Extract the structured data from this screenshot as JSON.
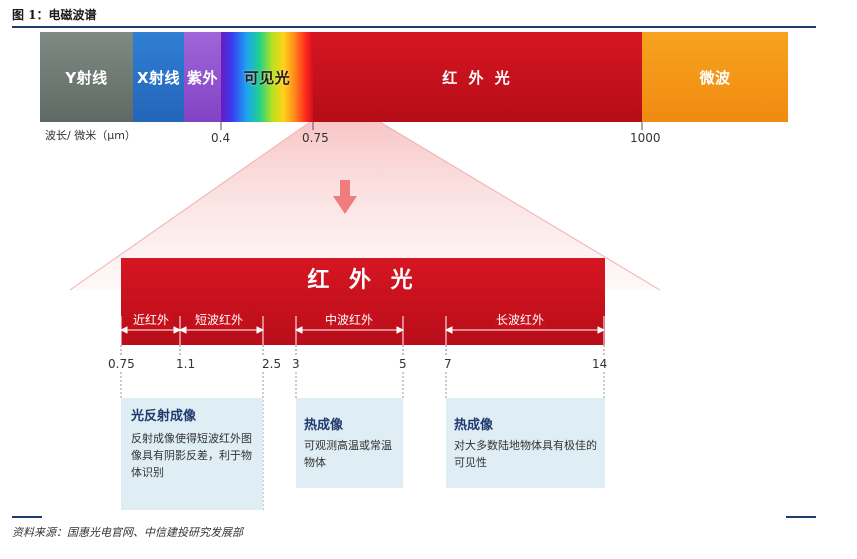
{
  "figure": {
    "title": "图 1：电磁波谱",
    "source": "资料来源：国惠光电官网、中信建投研究发展部"
  },
  "spectrum": {
    "bands": {
      "gamma": "Y射线",
      "xray": "X射线",
      "uv": "紫外",
      "visible": "可见光",
      "ir": "红 外 光",
      "microwave": "微波"
    },
    "wavelength_label": "波长/ 微米（μm）",
    "ticks": [
      "0.4",
      "0.75",
      "1000"
    ]
  },
  "infrared": {
    "title": "红 外 光",
    "subbands": {
      "near": "近红外",
      "short": "短波红外",
      "mid": "中波红外",
      "long": "长波红外"
    },
    "boundaries": [
      "0.75",
      "1.1",
      "2.5",
      "3",
      "5",
      "7",
      "14"
    ]
  },
  "cards": {
    "reflect": {
      "title": "光反射成像",
      "body": "反射成像使得短波红外图像具有阴影反差，利于物体识别"
    },
    "thermal_mid": {
      "title": "热成像",
      "body": "可观测高温或常温物体"
    },
    "thermal_long": {
      "title": "热成像",
      "body": "对大多数陆地物体具有极佳的可见性"
    }
  },
  "colors": {
    "ir_red": "#c8101c",
    "microwave_orange": "#f39a18",
    "card_bg": "#dfeef4",
    "accent_navy": "#1f3a6e",
    "arrow": "#f07c7c"
  }
}
